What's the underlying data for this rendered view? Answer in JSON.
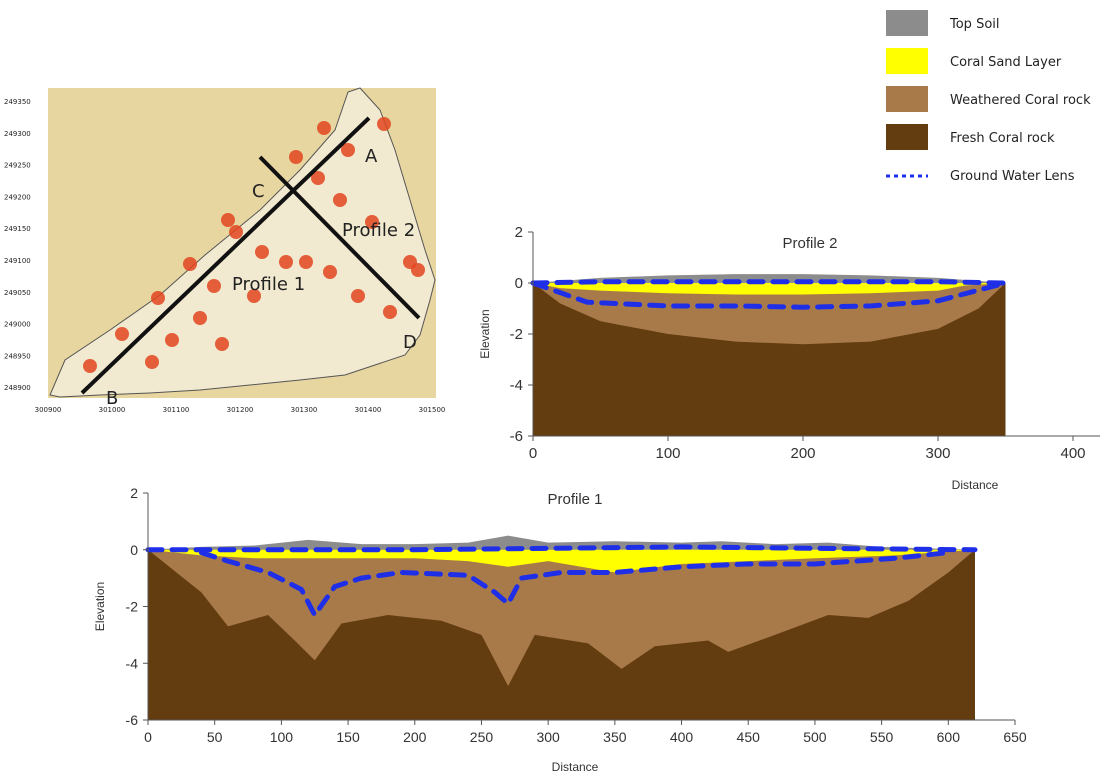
{
  "colors": {
    "top_soil": "#8c8c8c",
    "coral_sand": "#ffff00",
    "weathered_rock": "#a87a4a",
    "fresh_rock": "#633c10",
    "water_lens": "#1f2fe8",
    "map_bg": "#e8d6a0",
    "map_island": "#f1ead0",
    "map_line": "#111111",
    "hotspot": "#e2451e"
  },
  "legend": [
    {
      "label": "Top Soil",
      "key": "top_soil",
      "kind": "box"
    },
    {
      "label": "Coral Sand Layer",
      "key": "coral_sand",
      "kind": "box"
    },
    {
      "label": "Weathered Coral rock",
      "key": "weathered_rock",
      "kind": "box"
    },
    {
      "label": "Fresh Coral rock",
      "key": "fresh_rock",
      "kind": "box"
    },
    {
      "label": "Ground Water Lens",
      "key": "water_lens",
      "kind": "dash"
    }
  ],
  "map": {
    "x_ticks": [
      "300900",
      "301000",
      "301100",
      "301200",
      "301300",
      "301400",
      "301500"
    ],
    "y_ticks": [
      "249350",
      "249300",
      "249250",
      "249200",
      "249150",
      "249100",
      "249050",
      "249000",
      "248950",
      "248900"
    ],
    "labels": {
      "A": "A",
      "B": "B",
      "C": "C",
      "D": "D",
      "profile1": "Profile 1",
      "profile2": "Profile 2"
    }
  },
  "chart_data": [
    {
      "type": "area",
      "title": "Profile 2",
      "xlabel": "Distance",
      "ylabel": "Elevation",
      "xlim": [
        0,
        420
      ],
      "ylim": [
        -6,
        2
      ],
      "xticks": [
        0,
        100,
        200,
        300,
        400
      ],
      "yticks": [
        2,
        0,
        -2,
        -4,
        -6
      ],
      "series": [
        {
          "name": "Top Soil",
          "x": [
            0,
            50,
            100,
            150,
            200,
            250,
            300,
            350
          ],
          "y": [
            0,
            0.2,
            0.3,
            0.35,
            0.35,
            0.3,
            0.2,
            0
          ]
        },
        {
          "name": "Coral Sand Layer",
          "x": [
            0,
            20,
            50,
            100,
            150,
            200,
            250,
            300,
            320,
            350
          ],
          "y": [
            0,
            -0.2,
            -0.3,
            -0.4,
            -0.45,
            -0.45,
            -0.4,
            -0.3,
            -0.1,
            0
          ]
        },
        {
          "name": "Weathered Coral rock",
          "x": [
            0,
            20,
            50,
            100,
            150,
            200,
            250,
            300,
            330,
            350
          ],
          "y": [
            0,
            -0.8,
            -1.5,
            -2.0,
            -2.3,
            -2.4,
            -2.3,
            -1.8,
            -1.0,
            0
          ]
        },
        {
          "name": "Fresh Coral rock",
          "x": [
            0,
            350
          ],
          "y": [
            -6,
            -6
          ]
        },
        {
          "name": "Ground Water Lens upper",
          "x": [
            0,
            50,
            100,
            150,
            200,
            250,
            300,
            350
          ],
          "y": [
            0,
            0.05,
            0.05,
            0.05,
            0.05,
            0.05,
            0.05,
            0
          ]
        },
        {
          "name": "Ground Water Lens lower",
          "x": [
            0,
            40,
            100,
            150,
            200,
            250,
            300,
            350
          ],
          "y": [
            0,
            -0.75,
            -0.9,
            -0.9,
            -0.95,
            -0.9,
            -0.7,
            0
          ]
        }
      ]
    },
    {
      "type": "area",
      "title": "Profile 1",
      "xlabel": "Distance",
      "ylabel": "Elevation",
      "xlim": [
        0,
        650
      ],
      "ylim": [
        -6,
        2
      ],
      "xticks": [
        0,
        50,
        100,
        150,
        200,
        250,
        300,
        350,
        400,
        450,
        500,
        550,
        600,
        650
      ],
      "yticks": [
        2,
        0,
        -2,
        -4,
        -6
      ],
      "series": [
        {
          "name": "Top Soil",
          "x": [
            0,
            40,
            80,
            120,
            160,
            200,
            240,
            270,
            300,
            350,
            400,
            430,
            470,
            510,
            550,
            620
          ],
          "y": [
            0,
            0.1,
            0.15,
            0.35,
            0.2,
            0.2,
            0.25,
            0.5,
            0.25,
            0.3,
            0.25,
            0.3,
            0.2,
            0.25,
            0.1,
            0
          ]
        },
        {
          "name": "Coral Sand Layer",
          "x": [
            0,
            40,
            80,
            120,
            160,
            200,
            240,
            270,
            300,
            350,
            400,
            450,
            500,
            560,
            620
          ],
          "y": [
            0,
            -0.2,
            -0.3,
            -0.3,
            -0.3,
            -0.3,
            -0.4,
            -0.6,
            -0.4,
            -0.8,
            -0.5,
            -0.4,
            -0.3,
            -0.2,
            0
          ]
        },
        {
          "name": "Weathered Coral rock",
          "x": [
            0,
            40,
            60,
            90,
            110,
            125,
            145,
            180,
            220,
            250,
            270,
            290,
            330,
            355,
            380,
            420,
            435,
            470,
            510,
            540,
            570,
            600,
            620
          ],
          "y": [
            0,
            -1.5,
            -2.7,
            -2.3,
            -3.2,
            -3.9,
            -2.6,
            -2.3,
            -2.5,
            -3.0,
            -4.8,
            -3.0,
            -3.3,
            -4.2,
            -3.4,
            -3.2,
            -3.6,
            -3.0,
            -2.3,
            -2.4,
            -1.8,
            -0.8,
            0
          ]
        },
        {
          "name": "Fresh Coral rock",
          "x": [
            0,
            620
          ],
          "y": [
            -6,
            -6
          ]
        },
        {
          "name": "Ground Water Lens upper",
          "x": [
            0,
            100,
            200,
            300,
            400,
            500,
            620
          ],
          "y": [
            0,
            0,
            0,
            0.05,
            0.1,
            0.05,
            0
          ]
        },
        {
          "name": "Ground Water Lens lower",
          "x": [
            40,
            60,
            90,
            115,
            125,
            140,
            160,
            190,
            240,
            260,
            270,
            280,
            310,
            350,
            400,
            450,
            500,
            560,
            600
          ],
          "y": [
            -0.1,
            -0.4,
            -0.8,
            -1.4,
            -2.3,
            -1.3,
            -1.0,
            -0.8,
            -0.9,
            -1.5,
            -1.9,
            -1.0,
            -0.8,
            -0.8,
            -0.6,
            -0.5,
            -0.5,
            -0.3,
            -0.1
          ]
        }
      ]
    }
  ]
}
